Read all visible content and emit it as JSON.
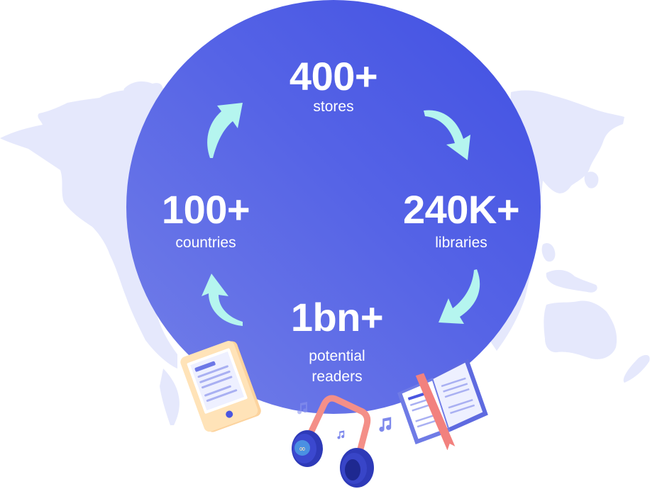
{
  "colors": {
    "circle_start": "#4150e2",
    "circle_end": "#7480e8",
    "arrow": "#b5f5ef",
    "map": "#e5e8fc",
    "text": "#ffffff"
  },
  "stats": [
    {
      "id": "stores",
      "value": "400+",
      "label": "stores"
    },
    {
      "id": "libraries",
      "value": "240K+",
      "label": "libraries"
    },
    {
      "id": "readers",
      "value": "1bn+",
      "label_line1": "potential",
      "label_line2": "readers"
    },
    {
      "id": "countries",
      "value": "100+",
      "label": "countries"
    }
  ],
  "icons": {
    "map": "world-map",
    "arrows": [
      "curved-arrow-top-right",
      "curved-arrow-right-down",
      "curved-arrow-bottom-left",
      "curved-arrow-left-up"
    ],
    "tablet": "ereader-tablet",
    "headphones": "headphones",
    "book": "open-book",
    "notes": "music-notes"
  }
}
